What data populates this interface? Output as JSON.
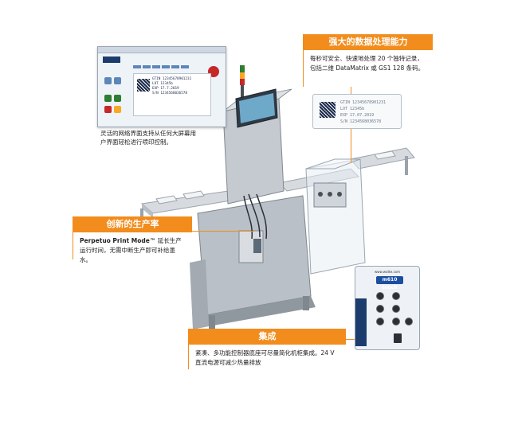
{
  "callouts": {
    "data_processing": {
      "title": "强大的数据处理能力",
      "body": "每秒可安全、快速地处理 20 个独特记录，包括二维 DataMatrix 或 GS1 128 条码。"
    },
    "productivity": {
      "title": "创新的生产率",
      "body_strong": "Perpetuo Print Mode™",
      "body_rest": " 延长生产运行时间，无需中断生产即可补给墨水。"
    },
    "integration": {
      "title": "集成",
      "body": "紧凑、多功能控制器底座可尽量简化机柜集成。24 V 直流电源可减少热量排放"
    }
  },
  "hmi_caption": "灵活的网络界面支持从任何大屏幕用户界面轻松进行喷印控制。",
  "print_sample": {
    "lines": [
      "GTIN  12345678901231",
      "LOT   12345b",
      "EXP   17.07.2019",
      "S/N   1234568036578"
    ]
  },
  "screen_sample": {
    "lines": [
      "GTIN  12345678901231",
      "LOT   12345b",
      "EXP   17.7.2019",
      "S/N   1234568036578"
    ]
  },
  "controller": {
    "url": "www.wolke.com",
    "model": "m610 touch"
  },
  "colors": {
    "accent": "#f28c1c",
    "machine_gray": "#b9c0c7",
    "machine_dark": "#8f979f",
    "belt": "#d7dbe0",
    "brand_blue": "#1c4fa0"
  }
}
